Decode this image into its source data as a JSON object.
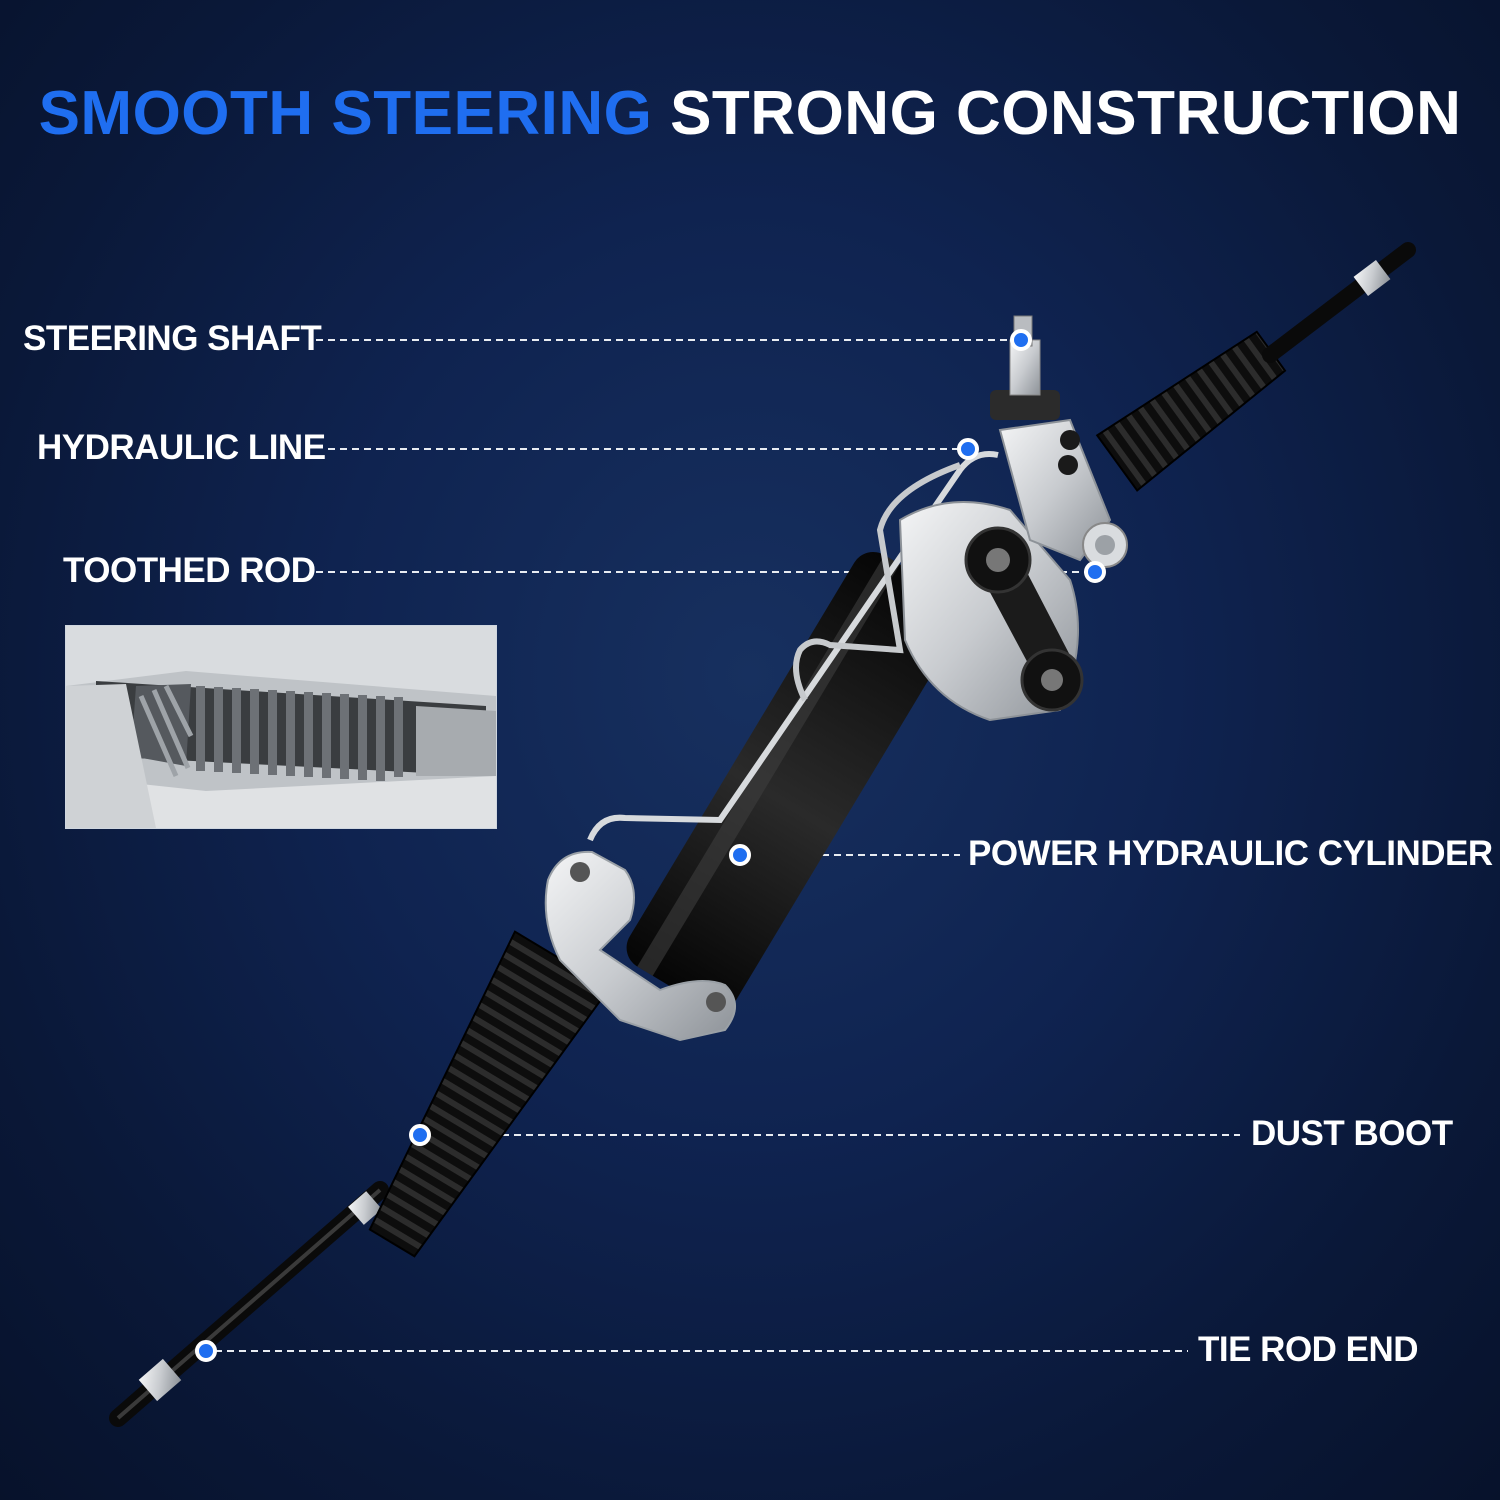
{
  "headline": {
    "accent": "SMOOTH STEERING",
    "rest": "STRONG CONSTRUCTION",
    "accent_color": "#1f6ef0"
  },
  "callouts": {
    "steering_shaft": "STEERING SHAFT",
    "hydraulic_line": "HYDRAULIC LINE",
    "toothed_rod": "TOOTHED ROD",
    "power_cylinder": "POWER HYDRAULIC CYLINDER",
    "dust_boot": "DUST BOOT",
    "tie_rod_end": "TIE ROD END"
  },
  "marker_color": "#1f6ef0"
}
